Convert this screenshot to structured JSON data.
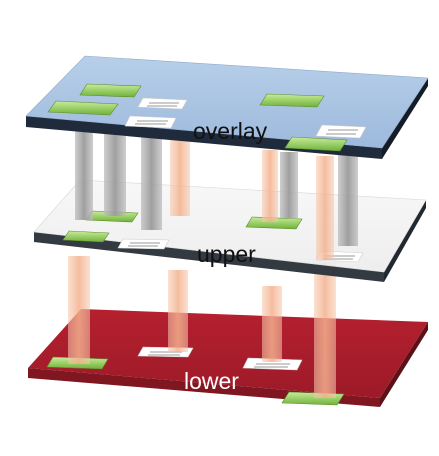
{
  "layers": {
    "overlay": {
      "label": "overlay",
      "color": "#a9c4e3",
      "text_color": "#111111"
    },
    "upper": {
      "label": "upper",
      "color": "#f3f3f3",
      "text_color": "#111111"
    },
    "lower": {
      "label": "lower",
      "color": "#a81d2d",
      "text_color": "#ffffff"
    }
  },
  "colors": {
    "tile_green": "#8fcc54",
    "beam_orange": "#f6c1a2",
    "beam_gray": "#a6a6a6",
    "edge_dark": "#1f2b3a"
  }
}
